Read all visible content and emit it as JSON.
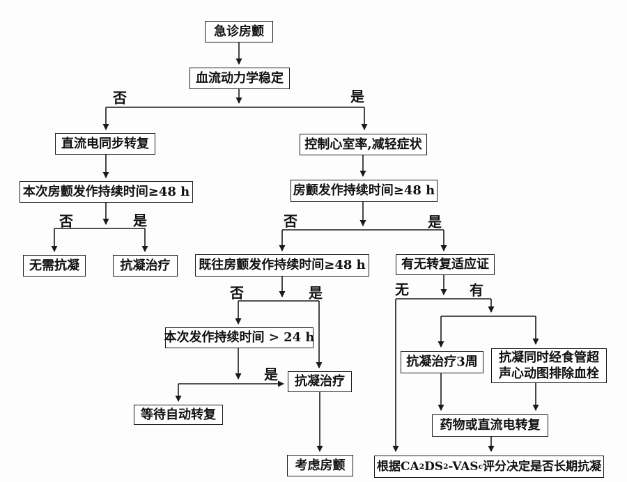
{
  "diagram": {
    "background_color": "#ffffff",
    "line_color": "#1a1a1a",
    "nodes": {
      "emergency_af": "急诊房颤",
      "hemodynamic_stable": "血流动力学稳定",
      "dc_sync_cardioversion": "直流电同步转复",
      "current_af_ge48h": "本次房颤发作持续时间≥48 h",
      "no_anticoagulation": "无需抗凝",
      "anticoagulation_left": "抗凝治疗",
      "rate_control": "控制心室率,减轻症状",
      "af_ge48h": "房颤发作持续时间≥48 h",
      "previous_af_ge48h": "既往房颤发作持续时间≥48 h",
      "cardioversion_indication": "有无转复适应证",
      "current_gt24h": "本次发作持续时间 > 24 h",
      "wait_auto_conversion": "等待自动转复",
      "anticoagulation_mid": "抗凝治疗",
      "consider_af": "考虑房颤",
      "anticoagulation_3w": "抗凝治疗3周",
      "tee_exclude_thrombus": {
        "line1": "抗凝同时经食管超",
        "line2": "声心动图排除血栓"
      },
      "drug_or_dc_conversion": "药物或直流电转复",
      "longterm_anticoagulation": {
        "p1": "根据CA",
        "s1": "2",
        "p2": "DS",
        "s2": "2",
        "p3": "-VAS",
        "s3": "c",
        "p4": "评分决定是否长期抗凝"
      }
    },
    "edge_labels": {
      "hemo_no": "否",
      "hemo_yes": "是",
      "cur48_no": "否",
      "cur48_yes": "是",
      "af48_no": "否",
      "af48_yes": "是",
      "prev48_no": "否",
      "prev48_yes": "是",
      "indication_none": "无",
      "indication_yes": "有",
      "gt24_yes": "是"
    },
    "edges": [
      {
        "from": "急诊房颤",
        "to": "血流动力学稳定",
        "label": ""
      },
      {
        "from": "血流动力学稳定",
        "to": "直流电同步转复",
        "label": "否"
      },
      {
        "from": "血流动力学稳定",
        "to": "控制心室率,减轻症状",
        "label": "是"
      },
      {
        "from": "直流电同步转复",
        "to": "本次房颤发作持续时间≥48 h",
        "label": ""
      },
      {
        "from": "本次房颤发作持续时间≥48 h",
        "to": "无需抗凝",
        "label": "否"
      },
      {
        "from": "本次房颤发作持续时间≥48 h",
        "to": "抗凝治疗",
        "label": "是"
      },
      {
        "from": "控制心室率,减轻症状",
        "to": "房颤发作持续时间≥48 h",
        "label": ""
      },
      {
        "from": "房颤发作持续时间≥48 h",
        "to": "既往房颤发作持续时间≥48 h",
        "label": "否"
      },
      {
        "from": "房颤发作持续时间≥48 h",
        "to": "有无转复适应证",
        "label": "是"
      },
      {
        "from": "既往房颤发作持续时间≥48 h",
        "to": "本次发作持续时间 > 24 h",
        "label": "否"
      },
      {
        "from": "既往房颤发作持续时间≥48 h",
        "to": "抗凝治疗",
        "label": "是"
      },
      {
        "from": "本次发作持续时间 > 24 h",
        "to": "等待自动转复",
        "label": ""
      },
      {
        "from": "本次发作持续时间 > 24 h",
        "to": "抗凝治疗",
        "label": "是"
      },
      {
        "from": "抗凝治疗",
        "to": "考虑房颤",
        "label": ""
      },
      {
        "from": "有无转复适应证",
        "to": "根据CA2DS2-VASc评分决定是否长期抗凝",
        "label": "无"
      },
      {
        "from": "有无转复适应证",
        "to": "抗凝治疗3周",
        "label": "有"
      },
      {
        "from": "有无转复适应证",
        "to": "抗凝同时经食管超声心动图排除血栓",
        "label": "有"
      },
      {
        "from": "抗凝治疗3周",
        "to": "药物或直流电转复",
        "label": ""
      },
      {
        "from": "抗凝同时经食管超声心动图排除血栓",
        "to": "药物或直流电转复",
        "label": ""
      },
      {
        "from": "药物或直流电转复",
        "to": "根据CA2DS2-VASc评分决定是否长期抗凝",
        "label": ""
      }
    ]
  }
}
